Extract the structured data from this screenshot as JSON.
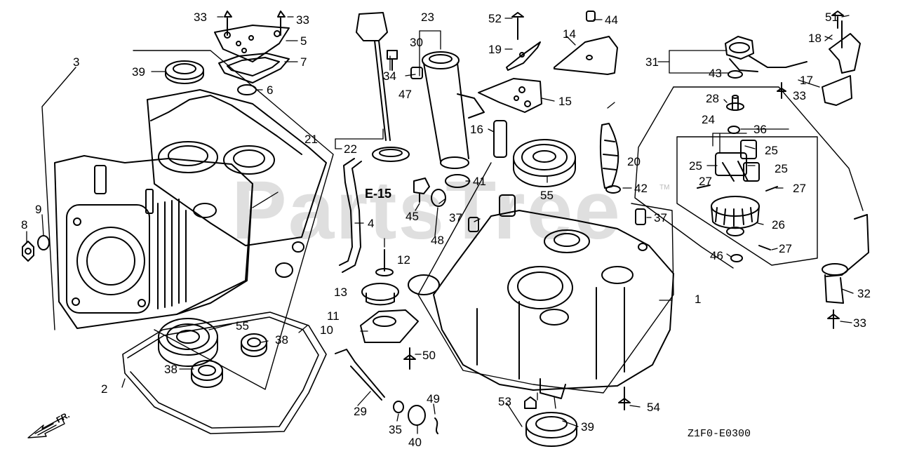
{
  "watermark": "PartsTree",
  "trademark": "TM",
  "section_ref": "E-15",
  "diagram_code": "Z1F0-E0300",
  "front_marker": "FR.",
  "callouts": {
    "c1": "1",
    "c2": "2",
    "c3": "3",
    "c4": "4",
    "c5": "5",
    "c6": "6",
    "c7": "7",
    "c8": "8",
    "c9": "9",
    "c10": "10",
    "c11": "11",
    "c12": "12",
    "c13": "13",
    "c14": "14",
    "c15": "15",
    "c16": "16",
    "c17": "17",
    "c18": "18",
    "c19": "19",
    "c20": "20",
    "c21": "21",
    "c22": "22",
    "c23": "23",
    "c24": "24",
    "c25a": "25",
    "c25b": "25",
    "c25c": "25",
    "c26": "26",
    "c27a": "27",
    "c27b": "27",
    "c27c": "27",
    "c28": "28",
    "c29": "29",
    "c30": "30",
    "c31": "31",
    "c32": "32",
    "c33a": "33",
    "c33b": "33",
    "c33c": "33",
    "c33d": "33",
    "c34": "34",
    "c35": "35",
    "c36": "36",
    "c37a": "37",
    "c37b": "37",
    "c38a": "38",
    "c38b": "38",
    "c39a": "39",
    "c39b": "39",
    "c40": "40",
    "c41": "41",
    "c42": "42",
    "c43": "43",
    "c44": "44",
    "c45": "45",
    "c46": "46",
    "c47": "47",
    "c48": "48",
    "c49": "49",
    "c50": "50",
    "c51": "51",
    "c52": "52",
    "c53": "53",
    "c54": "54",
    "c55a": "55",
    "c55b": "55"
  }
}
